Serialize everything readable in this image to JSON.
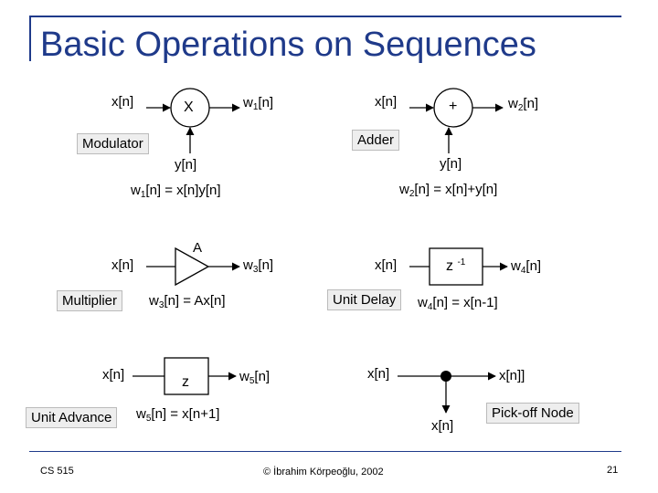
{
  "title": "Basic Operations on Sequences",
  "modulator": {
    "input": "x[n]",
    "symbol": "X",
    "output_base": "w",
    "output_sub": "1",
    "output_suffix": "[n]",
    "side_input": "y[n]",
    "name": "Modulator",
    "eq_base": "w",
    "eq_sub": "1",
    "eq_rest": "[n] = x[n]y[n]"
  },
  "adder": {
    "input": "x[n]",
    "symbol": "+",
    "output_base": "w",
    "output_sub": "2",
    "output_suffix": "[n]",
    "side_input": "y[n]",
    "name": "Adder",
    "eq_base": "w",
    "eq_sub": "2",
    "eq_rest": "[n] = x[n]+y[n]"
  },
  "multiplier": {
    "input": "x[n]",
    "gain": "A",
    "output_base": "w",
    "output_sub": "3",
    "output_suffix": "[n]",
    "name": "Multiplier",
    "eq_base": "w",
    "eq_sub": "3",
    "eq_rest": "[n] = Ax[n]"
  },
  "unit_delay": {
    "input": "x[n]",
    "symbol_base": "z",
    "symbol_sup": "-1",
    "output_base": "w",
    "output_sub": "4",
    "output_suffix": "[n]",
    "name": "Unit Delay",
    "eq_base": "w",
    "eq_sub": "4",
    "eq_rest": "[n] = x[n-1]"
  },
  "unit_advance": {
    "input": "x[n]",
    "symbol": "z",
    "output_base": "w",
    "output_sub": "5",
    "output_suffix": "[n]",
    "name": "Unit Advance",
    "eq_base": "w",
    "eq_sub": "5",
    "eq_rest": "[n] = x[n+1]"
  },
  "pickoff": {
    "input": "x[n]",
    "output_right": "x[n]]",
    "output_down": "x[n]",
    "name": "Pick-off Node"
  },
  "footer": {
    "course": "CS 515",
    "copyright": "© İbrahim Körpeoğlu, 2002",
    "page": "21"
  }
}
